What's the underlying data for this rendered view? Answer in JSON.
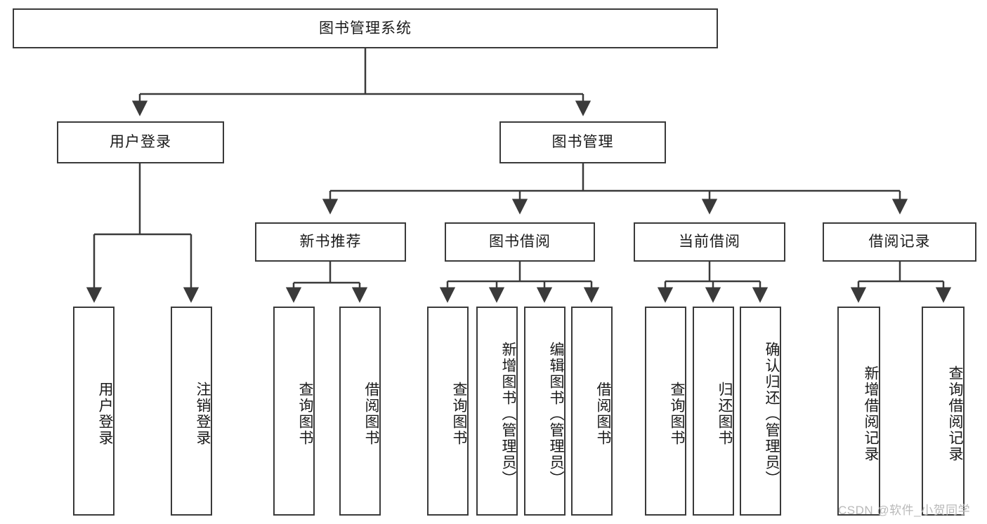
{
  "diagram": {
    "title_node": {
      "label": "图书管理系统"
    },
    "level1": [
      {
        "id": "user-login",
        "label": "用户登录"
      },
      {
        "id": "book-management",
        "label": "图书管理"
      }
    ],
    "level2": [
      {
        "id": "new-book-recommend",
        "label": "新书推荐"
      },
      {
        "id": "book-borrow",
        "label": "图书借阅"
      },
      {
        "id": "current-borrow",
        "label": "当前借阅"
      },
      {
        "id": "borrow-record",
        "label": "借阅记录"
      }
    ],
    "leaves": [
      {
        "id": "leaf-user-login",
        "label": "用户登录",
        "parent": "user-login"
      },
      {
        "id": "leaf-logout-login",
        "label": "注销登录",
        "parent": "user-login"
      },
      {
        "id": "leaf-query-book-1",
        "label": "查询图书",
        "parent": "new-book-recommend"
      },
      {
        "id": "leaf-borrow-book-1",
        "label": "借阅图书",
        "parent": "new-book-recommend"
      },
      {
        "id": "leaf-query-book-2",
        "label": "查询图书",
        "parent": "book-borrow"
      },
      {
        "id": "leaf-add-book",
        "label": "新增图书（管理员）",
        "parent": "book-borrow"
      },
      {
        "id": "leaf-edit-book",
        "label": "编辑图书（管理员）",
        "parent": "book-borrow"
      },
      {
        "id": "leaf-borrow-book-2",
        "label": "借阅图书",
        "parent": "book-borrow"
      },
      {
        "id": "leaf-query-book-3",
        "label": "查询图书",
        "parent": "current-borrow"
      },
      {
        "id": "leaf-return-book",
        "label": "归还图书",
        "parent": "current-borrow"
      },
      {
        "id": "leaf-confirm-return",
        "label": "确认归还（管理员）",
        "parent": "current-borrow"
      },
      {
        "id": "leaf-add-record",
        "label": "新增借阅记录",
        "parent": "borrow-record"
      },
      {
        "id": "leaf-query-record",
        "label": "查询借阅记录",
        "parent": "borrow-record"
      }
    ],
    "watermark": "CSDN @软件_小贺同学",
    "colors": {
      "stroke": "#3a3a3a",
      "text": "#1a1a1a",
      "background": "#ffffff",
      "watermark": "#b9b9b9"
    }
  }
}
